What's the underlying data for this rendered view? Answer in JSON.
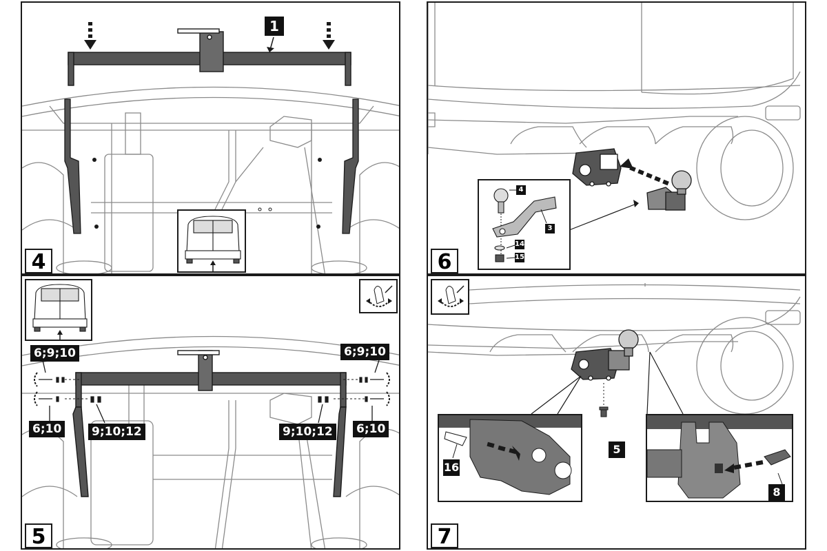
{
  "panels": {
    "p4": {
      "step": "4",
      "callouts": {
        "part1": "1"
      }
    },
    "p5": {
      "step": "5",
      "callouts": {
        "tl": "6;9;10",
        "tr": "6;9;10",
        "bl": "6;10",
        "br": "6;10",
        "ml": "9;10;12",
        "mr": "9;10;12"
      }
    },
    "p6": {
      "step": "6",
      "callouts": {
        "ball": "4",
        "mount": "3",
        "washer": "14",
        "nut": "15"
      }
    },
    "p7": {
      "step": "7",
      "callouts": {
        "pin": "16",
        "bolt": "5",
        "key": "8"
      }
    }
  },
  "icons": {
    "torque": "torque-wrench-icon",
    "arrow_down": "arrow-down-icon",
    "arrow_up": "arrow-up-icon"
  },
  "colors": {
    "line": "#1a1a1a",
    "part": "#4a4a4a",
    "part_light": "#7a7a7a",
    "car": "#8a8a8a",
    "tag_bg": "#111111"
  }
}
